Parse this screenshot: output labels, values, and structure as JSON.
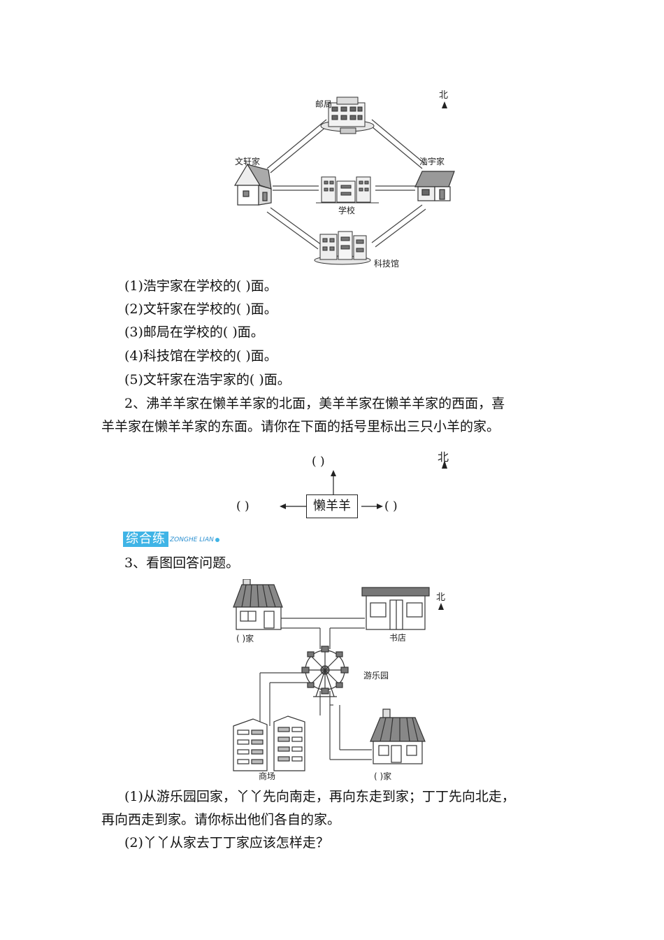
{
  "map1": {
    "north": "北",
    "post_office": "邮局",
    "wenxuan_home": "文轩家",
    "haoyu_home": "浩宇家",
    "school": "学校",
    "science_museum": "科技馆"
  },
  "q1": {
    "items": [
      "(1)浩宇家在学校的(          )面。",
      "(2)文轩家在学校的(          )面。",
      "(3)邮局在学校的(          )面。",
      "(4)科技馆在学校的(          )面。",
      "(5)文轩家在浩宇家的(          )面。"
    ]
  },
  "q2": {
    "line1": "2、沸羊羊家在懒羊羊家的北面，美羊羊家在懒羊羊家的西面，喜",
    "line2": "羊羊家在懒羊羊家的东面。请你在下面的括号里标出三只小羊的家。",
    "center": "懒羊羊",
    "north": "北",
    "paren_top": "(        )",
    "paren_left": "(        )",
    "paren_right": "(        )"
  },
  "section": {
    "title": "综合练",
    "subtitle": "ZONGHE LIAN"
  },
  "q3": {
    "title": "3、看图回答问题。",
    "north": "北",
    "home_top": "(      )家",
    "bookstore": "书店",
    "park": "游乐园",
    "mall": "商场",
    "home_bottom": "(      )家",
    "sub1_line1": "(1)从游乐园回家，丫丫先向南走，再向东走到家；丁丁先向北走，",
    "sub1_line2": "再向西走到家。请你标出他们各自的家。",
    "sub2": "(2)丫丫从家去丁丁家应该怎样走？"
  }
}
